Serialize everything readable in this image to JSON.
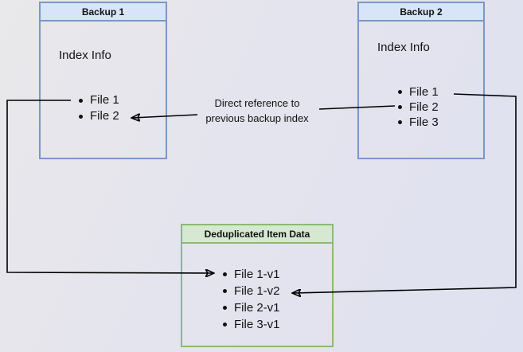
{
  "colors": {
    "blue_border": "#7b96c5",
    "blue_header_fill": "#d7e5f8",
    "green_border": "#8bba71",
    "green_header_fill": "#d6e8d1",
    "arrow": "#000000",
    "background_start": "#e9e8ea",
    "background_end": "#dfe1f0"
  },
  "backup1": {
    "title": "Backup 1",
    "subtitle": "Index Info",
    "files": [
      "File 1",
      "File 2"
    ]
  },
  "backup2": {
    "title": "Backup 2",
    "subtitle": "Index Info",
    "files": [
      "File 1",
      "File 2",
      "File 3"
    ]
  },
  "dedup": {
    "title": "Deduplicated Item Data",
    "files": [
      "File 1-v1",
      "File 1-v2",
      "File 2-v1",
      "File 3-v1"
    ]
  },
  "annotation": {
    "line1": "Direct reference to",
    "line2": "previous backup index"
  }
}
